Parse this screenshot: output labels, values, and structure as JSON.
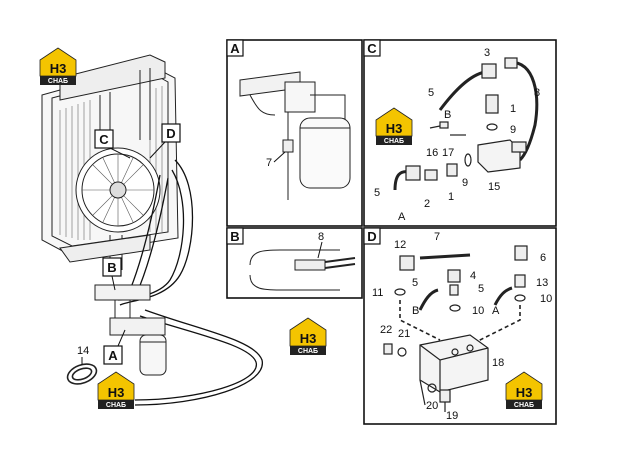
{
  "panels": {
    "A": "A",
    "B": "B",
    "C": "C",
    "D": "D"
  },
  "callouts": {
    "overview": {
      "C": "C",
      "D": "D",
      "B": "B",
      "A": "A",
      "n14": "14"
    },
    "panel_a": {
      "n7": "7"
    },
    "panel_b": {
      "n8": "8"
    },
    "panel_c": {
      "n3": "3",
      "n5": "5",
      "n8": "8",
      "n1a": "1",
      "n9a": "9",
      "n16": "16",
      "n17": "17",
      "n9b": "9",
      "n1b": "1",
      "n2": "2",
      "n15": "15",
      "n5b": "5",
      "tB": "B",
      "tA": "A"
    },
    "panel_d": {
      "n12": "12",
      "n7": "7",
      "n6": "6",
      "n4": "4",
      "n13": "13",
      "n11": "11",
      "n5a": "5",
      "n5b": "5",
      "n10a": "10",
      "n10b": "10",
      "n22": "22",
      "n21": "21",
      "n18": "18",
      "n20": "20",
      "n19": "19",
      "tB": "B",
      "tA": "A"
    }
  },
  "logos": {
    "mark": "H3",
    "sub": "CHAБ"
  },
  "colors": {
    "logo_yellow": "#f4c400",
    "logo_dark": "#222222",
    "line": "#111111"
  }
}
